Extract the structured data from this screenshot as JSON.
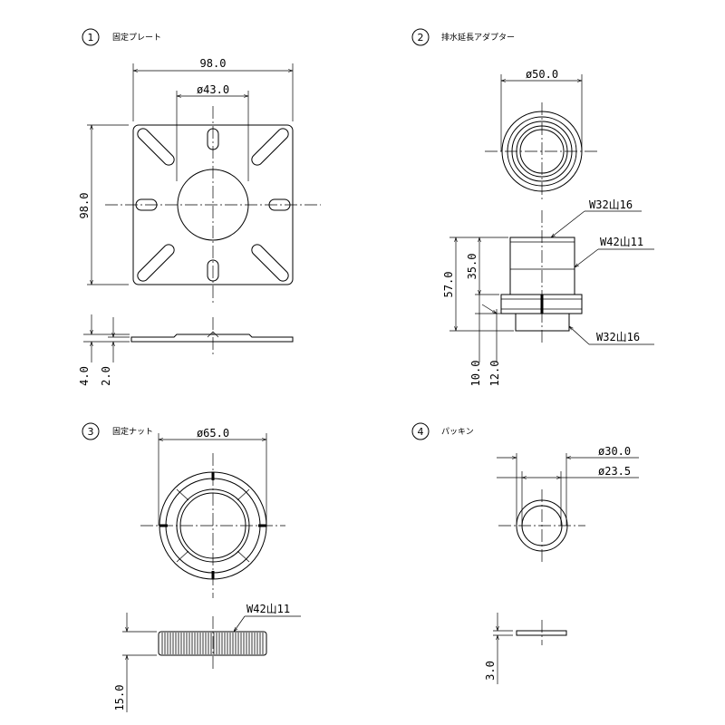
{
  "parts": [
    {
      "number": "1",
      "name": "固定プレート"
    },
    {
      "number": "2",
      "name": "排水延長アダプター"
    },
    {
      "number": "3",
      "name": "固定ナット"
    },
    {
      "number": "4",
      "name": "パッキン"
    }
  ],
  "dims": {
    "plate_width": "98.0",
    "plate_hole": "ø43.0",
    "plate_height": "98.0",
    "plate_thick": "4.0",
    "plate_sheet": "2.0",
    "adapter_dia": "ø50.0",
    "adapter_thread_top": "W32山16",
    "adapter_thread_mid": "W42山11",
    "adapter_thread_bottom": "W32山16",
    "adapter_total": "57.0",
    "adapter_upper": "35.0",
    "adapter_collar": "10.0",
    "adapter_lower": "12.0",
    "nut_dia": "ø65.0",
    "nut_thread": "W42山11",
    "nut_height": "15.0",
    "pack_outer": "ø30.0",
    "pack_inner": "ø23.5",
    "pack_thick": "3.0"
  }
}
